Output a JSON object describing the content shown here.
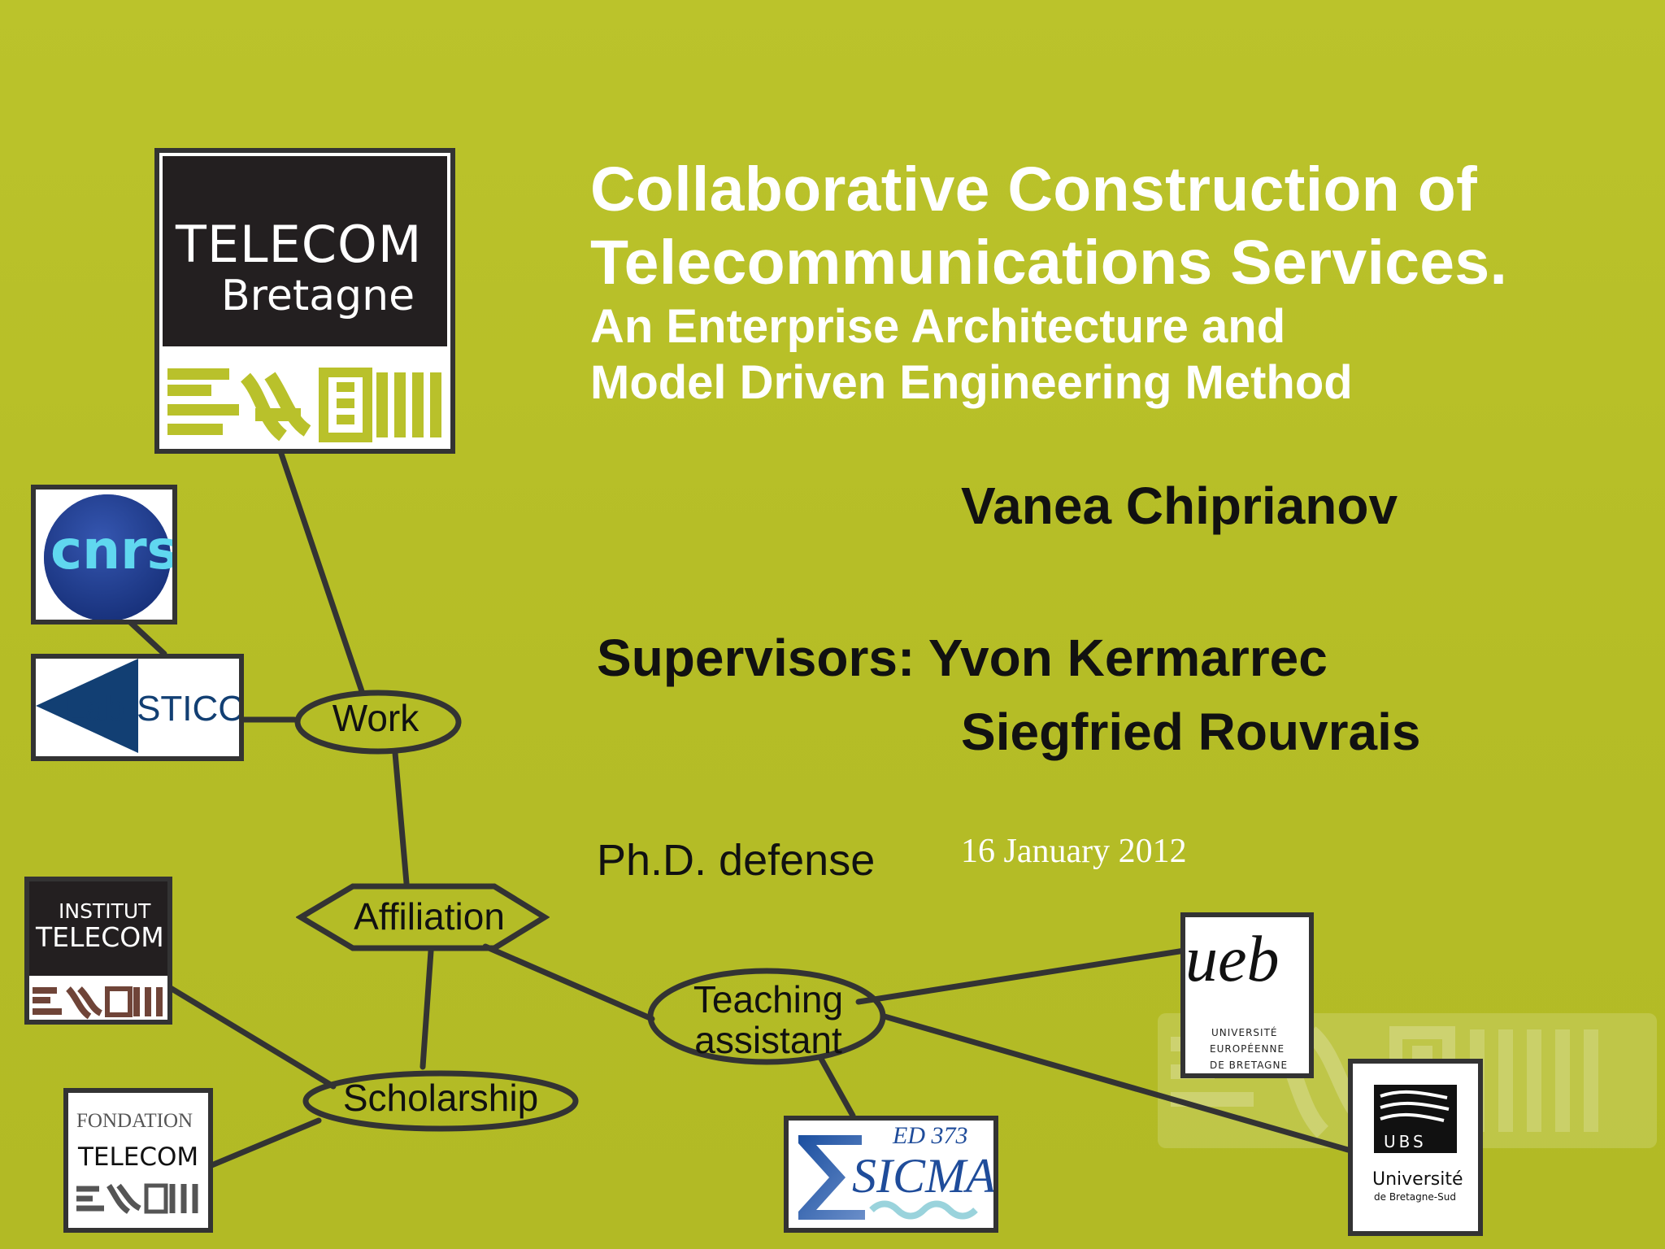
{
  "slide": {
    "title_line1": "Collaborative Construction of",
    "title_line2": "Telecommunications Services.",
    "subtitle_line1": "An Enterprise Architecture and",
    "subtitle_line2": "Model Driven Engineering Method",
    "author": "Vanea Chiprianov",
    "supervisors_label": "Supervisors:",
    "supervisor1": "Yvon Kermarrec",
    "supervisor2": "Siegfried Rouvrais",
    "event": "Ph.D. defense",
    "date": "16 January 2012"
  },
  "diagram": {
    "nodes": {
      "work": "Work",
      "affiliation": "Affiliation",
      "scholarship": "Scholarship",
      "teaching_line1": "Teaching",
      "teaching_line2": "assistant"
    }
  },
  "logos": {
    "telecom_bretagne": {
      "line1": "TELECOM",
      "line2": "Bretagne"
    },
    "cnrs": {
      "text": "cnrs"
    },
    "lab_sticc": {
      "text": "Lab-STICC"
    },
    "institut_telecom": {
      "line1": "INSTITUT",
      "line2": "TELECOM"
    },
    "fondation_telecom": {
      "line1": "FONDATION",
      "line2": "TELECOM"
    },
    "ueb": {
      "mark": "ueb",
      "line1": "UNIVERSITÉ",
      "line2": "EUROPÉENNE",
      "line3": "DE BRETAGNE"
    },
    "ubs": {
      "mark": "UBS",
      "line1": "Université",
      "line2": "de Bretagne-Sud"
    },
    "sicma": {
      "line1": "ED 373",
      "line2": "SICMA"
    }
  },
  "colors": {
    "background": "#b8c02a",
    "text_white": "#ffffff",
    "text_dark": "#111111",
    "connector": "#333333",
    "logo_dark": "#231f20",
    "logo_blue": "#1f3d8f"
  }
}
